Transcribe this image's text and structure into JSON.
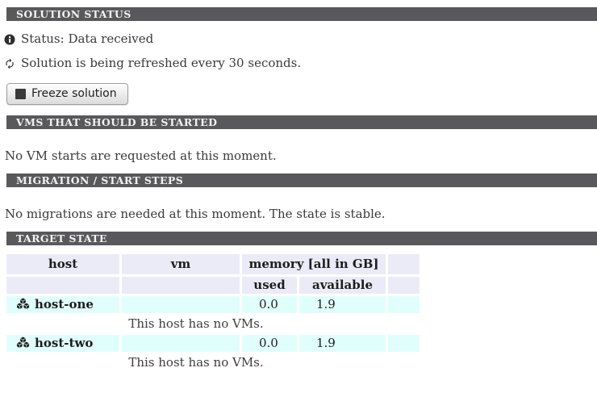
{
  "colors": {
    "section_bar_bg": "#59595b",
    "section_bar_text": "#f2f2f2",
    "table_header_bg": "#ebebf8",
    "host_row_bg": "#e0fffc",
    "body_text": "#3a3a3a"
  },
  "sections": {
    "solution_status": {
      "title": "SOLUTION STATUS",
      "status_text": "Status: Data received",
      "refresh_text": "Solution is being refreshed every 30 seconds.",
      "freeze_button": "Freeze solution"
    },
    "vms_to_start": {
      "title": "VMS THAT SHOULD BE STARTED",
      "message": "No VM starts are requested at this moment."
    },
    "migration_steps": {
      "title": "MIGRATION / START STEPS",
      "message": "No migrations are needed at this moment. The state is stable."
    },
    "target_state": {
      "title": "TARGET STATE",
      "table": {
        "col_host": "host",
        "col_vm": "vm",
        "col_memory": "memory [all in GB]",
        "col_used": "used",
        "col_available": "available",
        "hosts": [
          {
            "name": "host-one",
            "used": "0.0",
            "available": "1.9",
            "note": "This host has no VMs."
          },
          {
            "name": "host-two",
            "used": "0.0",
            "available": "1.9",
            "note": "This host has no VMs."
          }
        ]
      }
    }
  },
  "icons": {
    "status": "info-icon",
    "refresh": "refresh-icon",
    "freeze_square": "stop-square-icon",
    "host": "cubes-icon"
  }
}
